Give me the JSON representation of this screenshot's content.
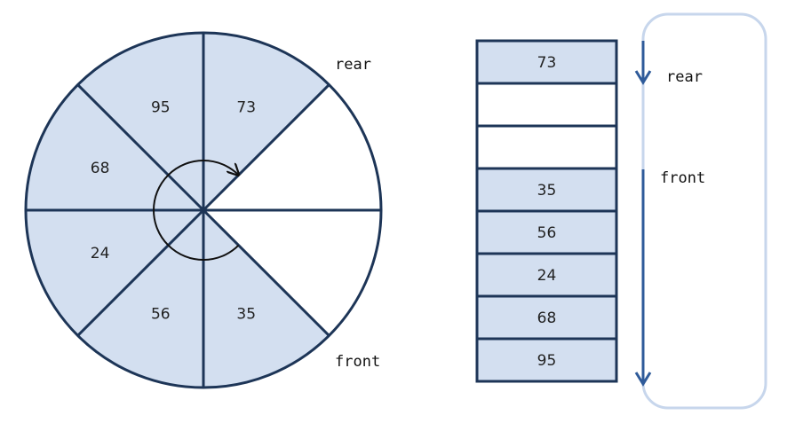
{
  "circle": {
    "segments": [
      {
        "value": "73",
        "filled": true
      },
      {
        "value": "",
        "filled": false
      },
      {
        "value": "",
        "filled": false
      },
      {
        "value": "35",
        "filled": true
      },
      {
        "value": "56",
        "filled": true
      },
      {
        "value": "24",
        "filled": true
      },
      {
        "value": "68",
        "filled": true
      },
      {
        "value": "95",
        "filled": true
      }
    ],
    "rear_label": "rear",
    "front_label": "front"
  },
  "array": {
    "cells": [
      {
        "value": "73",
        "filled": true
      },
      {
        "value": "",
        "filled": false
      },
      {
        "value": "",
        "filled": false
      },
      {
        "value": "35",
        "filled": true
      },
      {
        "value": "56",
        "filled": true
      },
      {
        "value": "24",
        "filled": true
      },
      {
        "value": "68",
        "filled": true
      },
      {
        "value": "95",
        "filled": true
      }
    ],
    "rear_label": "rear",
    "front_label": "front"
  },
  "colors": {
    "fill": "#d3dff0",
    "empty": "#ffffff",
    "outline": "#1d3557",
    "arrow": "#2f5b9a",
    "loop": "#c7d6ec",
    "rotation": "#111111"
  }
}
